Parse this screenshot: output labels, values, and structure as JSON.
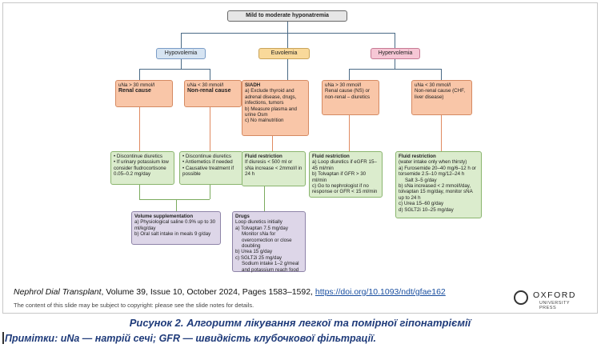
{
  "root": "Mild to moderate hyponatremia",
  "branches": {
    "hypo": "Hypovolemia",
    "eu": "Euvolemia",
    "hyper": "Hypervolemia"
  },
  "hypo_renal": {
    "line1": "uNa > 30 mmol/l",
    "line2": "Renal cause"
  },
  "hypo_nonrenal": {
    "line1": "uNa < 30 mmol/l",
    "line2": "Non-renal cause"
  },
  "siadh": {
    "title": "SIADH",
    "items": [
      "a) Exclude thyroid and adrenal disease, drugs, infections, tumors",
      "b) Measure plasma and urine Osm",
      "c) No malnutrition"
    ]
  },
  "hyper_renal": {
    "line1": "uNa > 30 mmol/l",
    "line2": "Renal cause (NS) or non-renal – diuretics"
  },
  "hyper_nonrenal": {
    "line1": "uNa < 30 mmol/l",
    "line2": "Non-renal cause (CHF, liver disease)"
  },
  "hypo_renal_tx": [
    "• Discontinue diuretics",
    "• If urinary potassium low consider fludrocortisone 0.05–0.2 mg/day"
  ],
  "hypo_nonrenal_tx": [
    "• Discontinue diuretics",
    "• Antiemetics if needed",
    "• Causative treatment if possible"
  ],
  "eu_fluid": {
    "title": "Fluid restriction",
    "text": "If diuresis < 500 ml or sNa increase < 2mmol/l in 24 h"
  },
  "hyper_renal_fluid": {
    "title": "Fluid restriction",
    "items": [
      "a) Loop diuretics if eGFR 15–45 ml/min",
      "b) Tolvaptan if GFR > 30 ml/min",
      "c) Go to nephrologist if no response or GFR < 15 ml/min"
    ]
  },
  "hyper_nonrenal_fluid": {
    "title": "Fluid restriction",
    "subtitle": "(water intake only when thirsty)",
    "items": [
      "a) Furosemide 20–40 mg/6–12 h or torsemide 2.5–10 mg/12–24 h",
      "Salt 3–5 g/day",
      "b) sNa increased < 2 mmol/l/day, tolvaptan 15 mg/day, monitor sNA up to 24 h",
      "c) Urea 15–60 g/day",
      "d) SGLT2i 10–25 mg/day"
    ]
  },
  "volume": {
    "title": "Volume supplementation",
    "items": [
      "a) Physiological saline 0.9% up to 30 ml/kg/day",
      "b) Oral salt intake in meals 9 g/day"
    ]
  },
  "drugs": {
    "title": "Drugs",
    "items": [
      "Loop diuretics initially",
      "a) Tolvaptan 7.5 mg/day",
      "Monitor sNa for overcorrection or close doubling",
      "b) Urea 15 g/day",
      "c) SGLT2i 25 mg/day",
      "Sodium intake 1–2 g/meal and potassium reach food"
    ]
  },
  "citation": {
    "journal": "Nephrol Dial Transplant",
    "details": ", Volume 39, Issue 10, October 2024, Pages 1583–1592, ",
    "link": "https://doi.org/10.1093/ndt/gfae162"
  },
  "copyright": "The content of this slide may be subject to copyright: please see the slide notes for details.",
  "logo": {
    "name": "OXFORD",
    "sub": "UNIVERSITY PRESS"
  },
  "caption": "Рисунок 2. Алгоритм лікування легкої та помірної гіпонатріємії",
  "note": "Примітки: uNa — натрій сечі; GFR — швидкість клубочкової фільтрації."
}
